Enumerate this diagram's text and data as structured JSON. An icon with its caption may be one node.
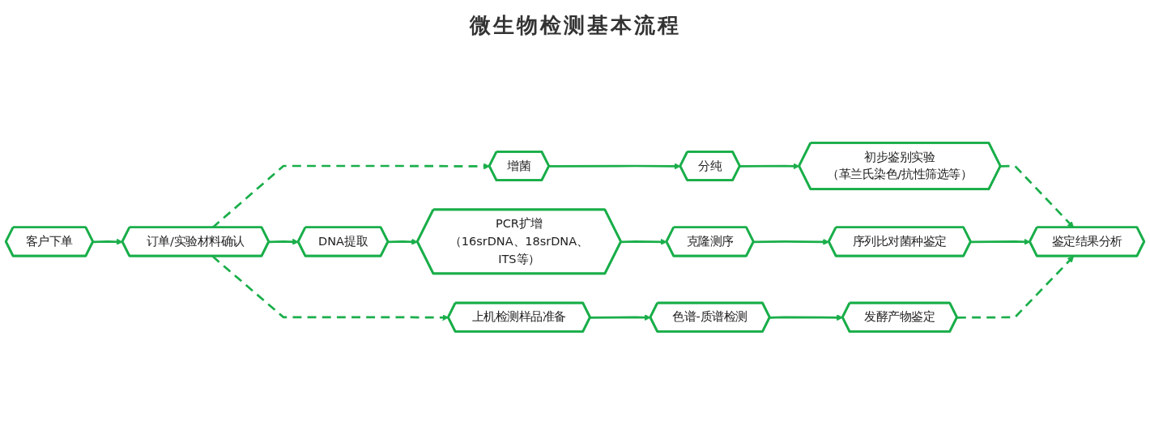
{
  "diagram": {
    "title": "微生物检测基本流程",
    "nodes": [
      {
        "text": [
          "增菌"
        ]
      },
      {
        "text": [
          "分纯"
        ]
      },
      {
        "text": [
          "初步鉴别实验",
          "（革兰氏染色/抗性筛选等）"
        ]
      },
      {
        "text": [
          "客户下单"
        ]
      },
      {
        "text": [
          "订单/实验材料确认"
        ]
      },
      {
        "text": [
          "DNA提取"
        ]
      },
      {
        "text": [
          "PCR扩增",
          "（16srDNA、18srDNA、ITS等）"
        ]
      },
      {
        "text": [
          "克隆测序"
        ]
      },
      {
        "text": [
          "序列比对菌种鉴定"
        ]
      },
      {
        "text": [
          "鉴定结果分析"
        ]
      },
      {
        "text": [
          "上机检测样品准备"
        ]
      },
      {
        "text": [
          "色谱-质谱检测"
        ]
      },
      {
        "text": [
          "发酵产物鉴定"
        ]
      }
    ],
    "edges": [
      {
        "from": 3,
        "to": 4,
        "arrow": "to"
      },
      {
        "from": 4,
        "to": 0,
        "arrow": "to",
        "style": "dashed"
      },
      {
        "from": 0,
        "to": 1,
        "arrow": "to"
      },
      {
        "from": 1,
        "to": 2,
        "arrow": "to"
      },
      {
        "from": 2,
        "to": 9,
        "arrow": "to",
        "style": "dashed"
      },
      {
        "from": 4,
        "to": 5,
        "arrow": "to"
      },
      {
        "from": 5,
        "to": 6,
        "arrow": "to"
      },
      {
        "from": 6,
        "to": 7,
        "arrow": "to"
      },
      {
        "from": 7,
        "to": 8,
        "arrow": "to"
      },
      {
        "from": 8,
        "to": 9,
        "arrow": "to"
      },
      {
        "from": 4,
        "to": 10,
        "arrow": "to",
        "style": "dashed"
      },
      {
        "from": 10,
        "to": 11,
        "arrow": "to"
      },
      {
        "from": 11,
        "to": 12,
        "arrow": "to"
      },
      {
        "from": 12,
        "to": 9,
        "arrow": "to",
        "style": "dashed"
      }
    ]
  }
}
